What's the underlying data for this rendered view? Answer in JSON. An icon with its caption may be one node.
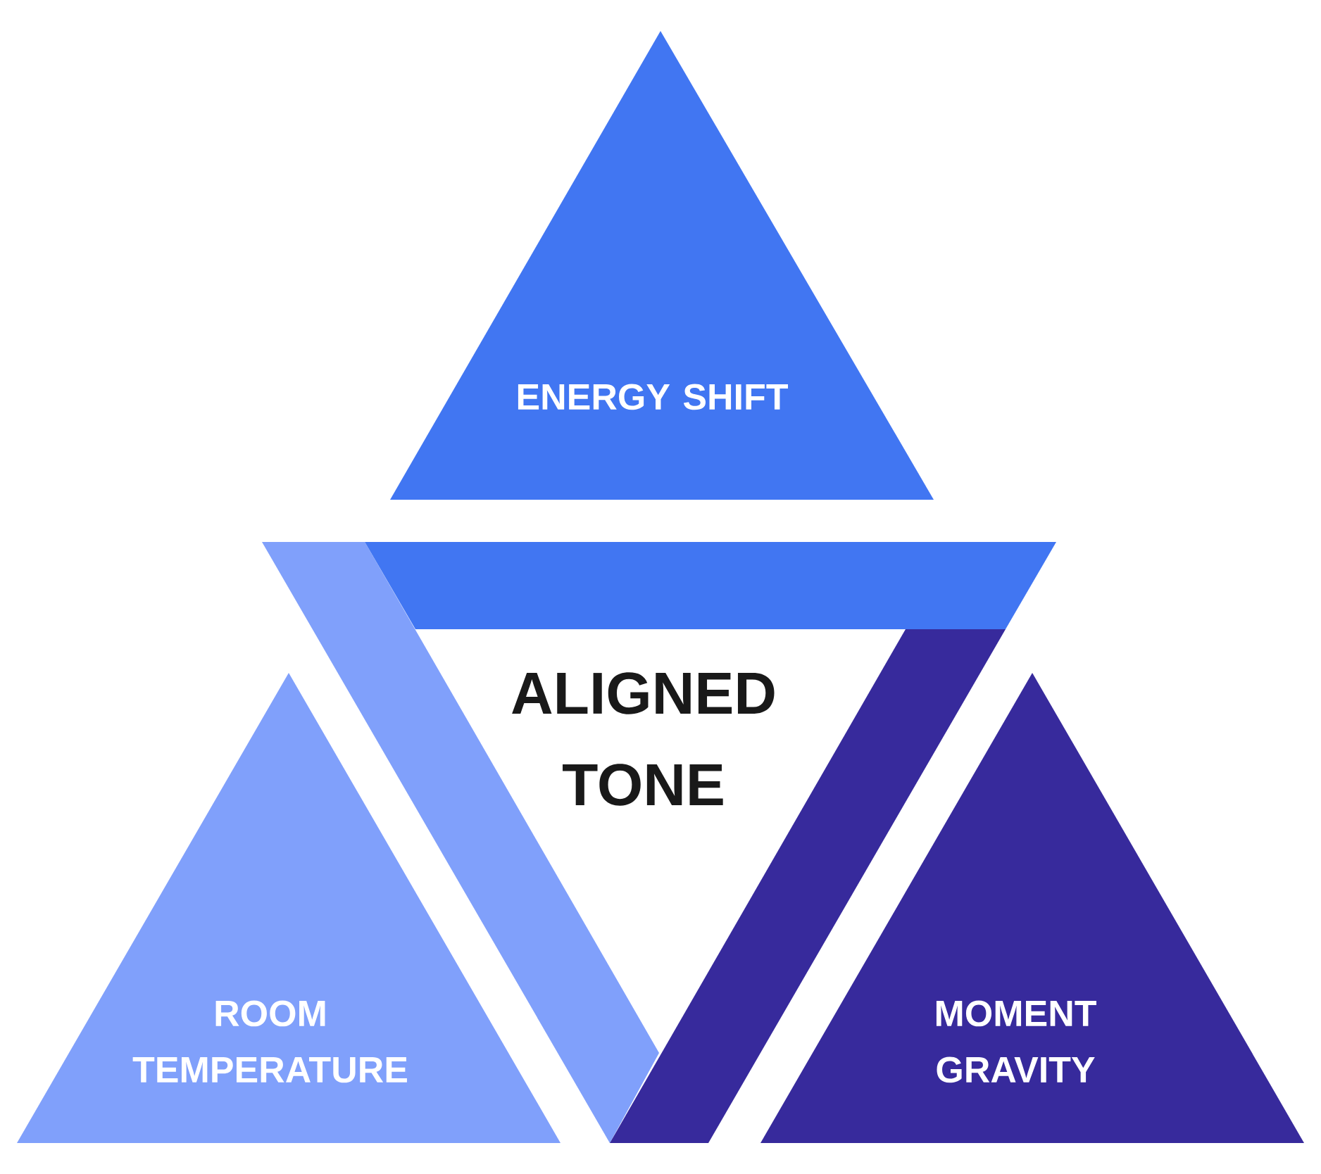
{
  "diagram": {
    "nodes": [
      {
        "text": [
          "ENERGY SHIFT"
        ]
      },
      {
        "text": [
          "ALIGNED TONE"
        ]
      },
      {
        "text": [
          "ROOM TEMPERATURE"
        ]
      },
      {
        "text": [
          "MOMENT GRAVITY"
        ]
      }
    ]
  }
}
